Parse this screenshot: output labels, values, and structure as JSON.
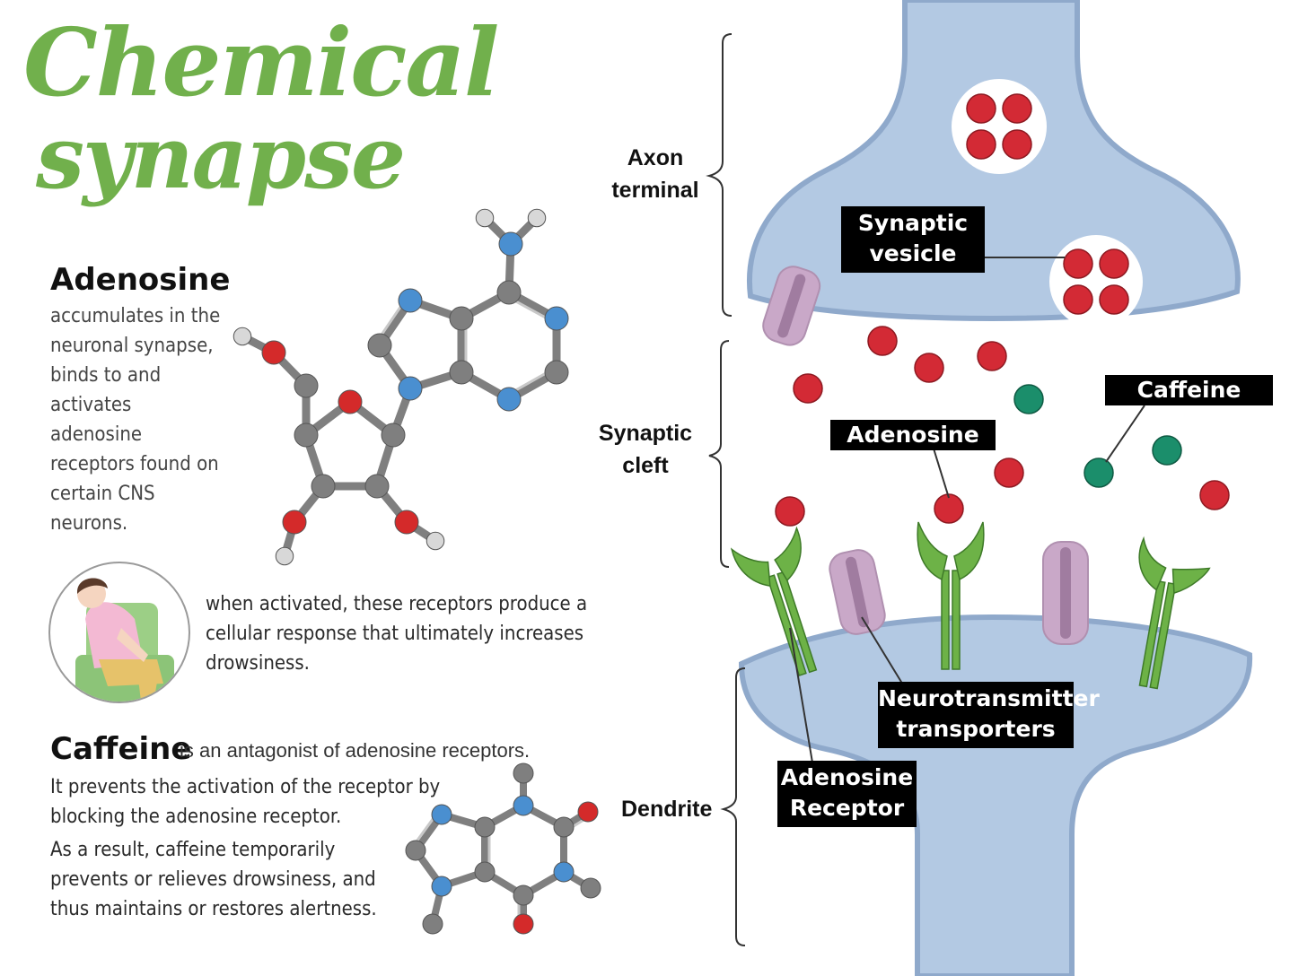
{
  "title": {
    "line1": "Chemical",
    "line2": "synapse"
  },
  "adenosine": {
    "heading": "Adenosine",
    "description": [
      "accumulates in the",
      "neuronal synapse,",
      "binds to and",
      "activates",
      "adenosine",
      "receptors found on",
      "certain CNS",
      "neurons."
    ]
  },
  "drowsy_text": [
    "when activated, these receptors produce a",
    "cellular response that ultimately increases",
    "drowsiness."
  ],
  "caffeine": {
    "heading": "Caffeine",
    "inline": "is an antagonist of adenosine receptors.",
    "para1": [
      "It prevents the activation of the receptor by",
      "blocking the adenosine receptor."
    ],
    "para2": [
      "As a result, caffeine temporarily",
      "prevents or relieves drowsiness, and",
      "thus maintains or restores alertness."
    ]
  },
  "side_labels": {
    "axon_terminal": [
      "Axon",
      "terminal"
    ],
    "synaptic_cleft": [
      "Synaptic",
      "cleft"
    ],
    "dendrite": "Dendrite"
  },
  "boxes": {
    "synaptic_vesicle": [
      "Synaptic",
      "vesicle"
    ],
    "caffeine": "Caffeine",
    "adenosine": "Adenosine",
    "transporters": [
      "Neurotransmitter",
      "transporters"
    ],
    "receptor": [
      "Adenosine",
      "Receptor"
    ]
  },
  "colors": {
    "title_green": "#71b04c",
    "neuron_blue": "#b3c9e3",
    "neuron_outline": "#8fa9cb",
    "adenosine_red": "#d32a35",
    "caffeine_teal": "#1b8e6b",
    "receptor_green": "#6db247",
    "transporter_purple": "#c9a8c8",
    "atom_gray": "#7f7f7f",
    "atom_blue": "#4a8fd0",
    "atom_red": "#d42a2a",
    "atom_white": "#d8d8d8"
  }
}
